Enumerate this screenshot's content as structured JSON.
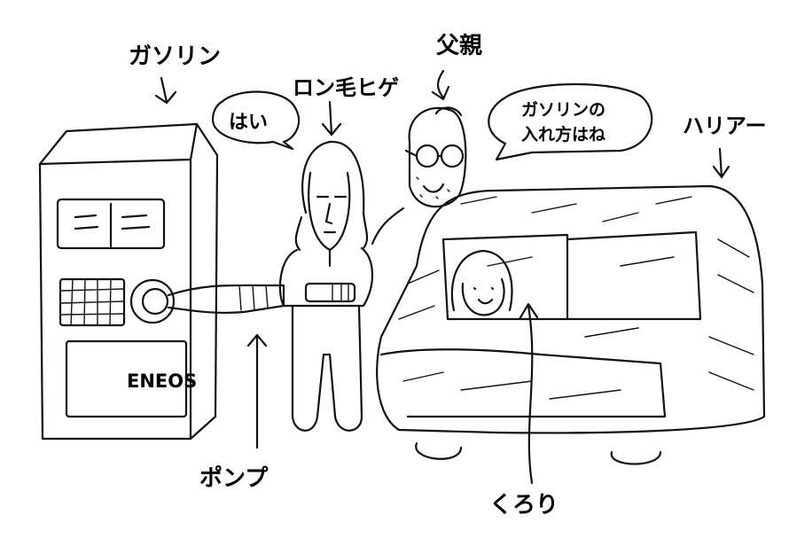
{
  "labels": {
    "gasoline": "ガソリン",
    "long_hair_beard": "ロン毛ヒゲ",
    "father": "父親",
    "harrier": "ハリアー",
    "pump": "ポンプ",
    "kurori": "くろり"
  },
  "speech": {
    "reply": "はい",
    "father_line1": "ガソリンの",
    "father_line2": "入れ方はね"
  },
  "pump_brand": "ENEOS"
}
